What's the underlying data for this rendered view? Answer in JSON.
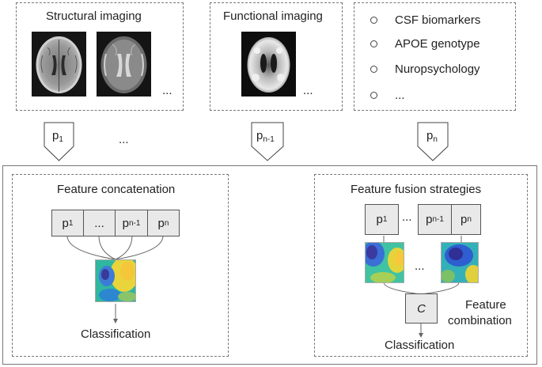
{
  "sources": {
    "structural": {
      "title": "Structural imaging",
      "ellipsis": "..."
    },
    "functional": {
      "title": "Functional imaging",
      "ellipsis": "..."
    },
    "other": {
      "items": [
        "CSF biomarkers",
        "APOE genotype",
        "Nuropsychology",
        "..."
      ]
    }
  },
  "arrows": {
    "p": "p",
    "sub_1": "1",
    "sub_n1": "n-1",
    "sub_n": "n",
    "middle_ellipsis": "..."
  },
  "concatenation": {
    "title": "Feature concatenation",
    "cells": [
      {
        "base": "p",
        "sub": "1"
      },
      {
        "base": "...",
        "sub": ""
      },
      {
        "base": "p",
        "sub": "n-1"
      },
      {
        "base": "p",
        "sub": "n"
      }
    ],
    "output": "Classification"
  },
  "fusion": {
    "title": "Feature fusion strategies",
    "cells": [
      {
        "base": "p",
        "sub": "1"
      },
      {
        "base": "p",
        "sub": "n-1"
      },
      {
        "base": "p",
        "sub": "n"
      }
    ],
    "between_ellipsis": "...",
    "heat_ellipsis": "...",
    "combiner": "C",
    "combination_label": [
      "Feature",
      "combination"
    ],
    "output": "Classification"
  }
}
